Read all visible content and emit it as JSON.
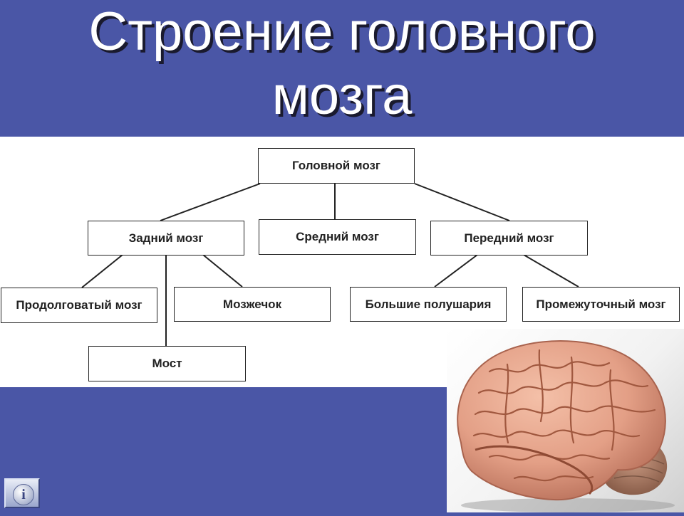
{
  "title": {
    "line1": "Строение головного",
    "line2": "мозга"
  },
  "diagram": {
    "root": "Головной мозг",
    "hindbrain": "Задний мозг",
    "midbrain": "Средний мозг",
    "forebrain": "Передний мозг",
    "medulla": "Продолговатый мозг",
    "cerebellum": "Мозжечок",
    "pons": "Мост",
    "hemispheres": "Большие полушария",
    "diencephalon": "Промежуточный мозг"
  },
  "info_button": {
    "glyph": "i"
  },
  "colors": {
    "background": "#4a56a6",
    "diagram_bg": "#ffffff",
    "brain": "#e8a48c"
  }
}
